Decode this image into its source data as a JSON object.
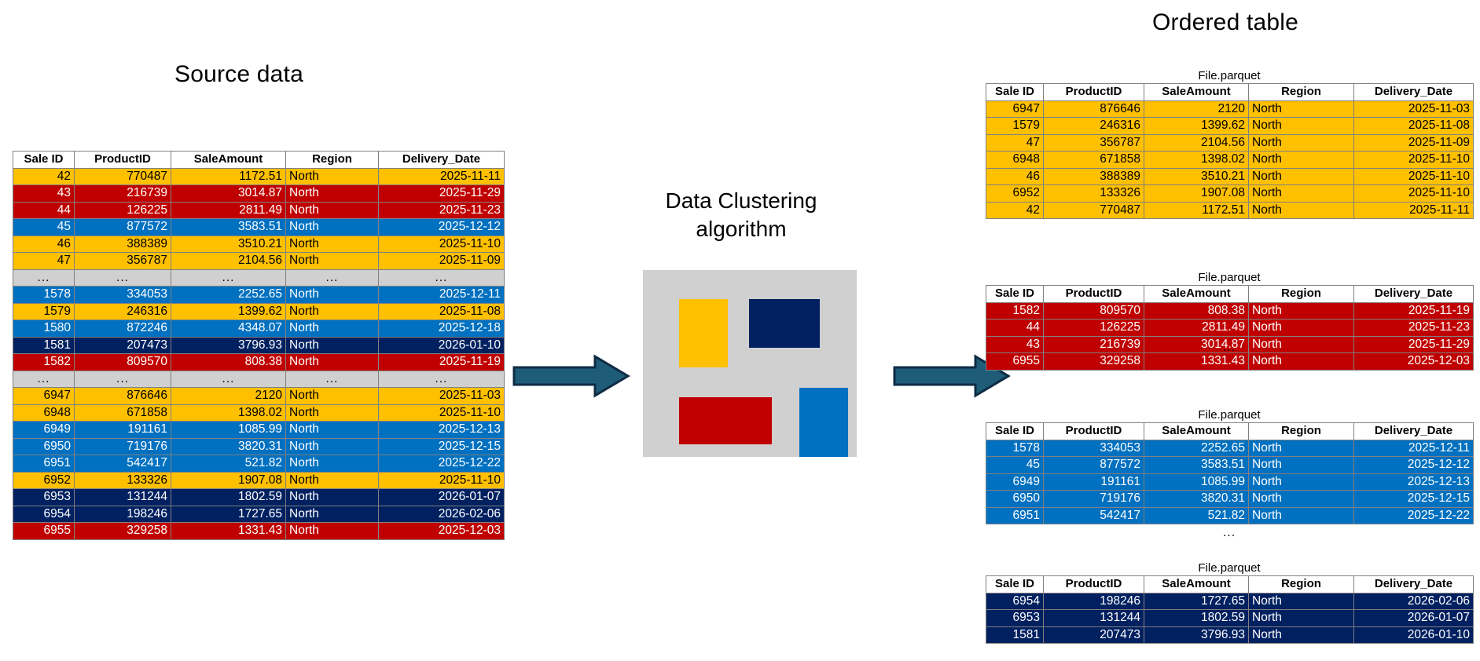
{
  "titles": {
    "source": "Source data",
    "ordered": "Ordered table",
    "algorithm": "Data Clustering algorithm"
  },
  "columns": [
    "Sale ID",
    "ProductID",
    "SaleAmount",
    "Region",
    "Delivery_Date"
  ],
  "file_label": "File.parquet",
  "ellipsis": "...",
  "colors": {
    "yellow": "#FFC000",
    "red": "#C00000",
    "blue": "#0070C0",
    "navy": "#002060",
    "grey": "#D0D0D0",
    "arrow": "#1F5C78",
    "arrow_outline": "#0F2B44",
    "algo_background": "#D0D0D0"
  },
  "source_table": {
    "rows": [
      {
        "color": "yellow",
        "sale_id": "42",
        "product_id": "770487",
        "sale_amount": "1172.51",
        "region": "North",
        "delivery_date": "2025-11-11"
      },
      {
        "color": "red",
        "sale_id": "43",
        "product_id": "216739",
        "sale_amount": "3014.87",
        "region": "North",
        "delivery_date": "2025-11-29"
      },
      {
        "color": "red",
        "sale_id": "44",
        "product_id": "126225",
        "sale_amount": "2811.49",
        "region": "North",
        "delivery_date": "2025-11-23"
      },
      {
        "color": "blue",
        "sale_id": "45",
        "product_id": "877572",
        "sale_amount": "3583.51",
        "region": "North",
        "delivery_date": "2025-12-12"
      },
      {
        "color": "yellow",
        "sale_id": "46",
        "product_id": "388389",
        "sale_amount": "3510.21",
        "region": "North",
        "delivery_date": "2025-11-10"
      },
      {
        "color": "yellow",
        "sale_id": "47",
        "product_id": "356787",
        "sale_amount": "2104.56",
        "region": "North",
        "delivery_date": "2025-11-09"
      },
      {
        "color": "grey",
        "sale_id": "...",
        "product_id": "...",
        "sale_amount": "...",
        "region": "...",
        "delivery_date": "..."
      },
      {
        "color": "blue",
        "sale_id": "1578",
        "product_id": "334053",
        "sale_amount": "2252.65",
        "region": "North",
        "delivery_date": "2025-12-11"
      },
      {
        "color": "yellow",
        "sale_id": "1579",
        "product_id": "246316",
        "sale_amount": "1399.62",
        "region": "North",
        "delivery_date": "2025-11-08"
      },
      {
        "color": "blue",
        "sale_id": "1580",
        "product_id": "872246",
        "sale_amount": "4348.07",
        "region": "North",
        "delivery_date": "2025-12-18"
      },
      {
        "color": "navy",
        "sale_id": "1581",
        "product_id": "207473",
        "sale_amount": "3796.93",
        "region": "North",
        "delivery_date": "2026-01-10"
      },
      {
        "color": "red",
        "sale_id": "1582",
        "product_id": "809570",
        "sale_amount": "808.38",
        "region": "North",
        "delivery_date": "2025-11-19"
      },
      {
        "color": "grey",
        "sale_id": "...",
        "product_id": "...",
        "sale_amount": "...",
        "region": "...",
        "delivery_date": "..."
      },
      {
        "color": "yellow",
        "sale_id": "6947",
        "product_id": "876646",
        "sale_amount": "2120",
        "region": "North",
        "delivery_date": "2025-11-03"
      },
      {
        "color": "yellow",
        "sale_id": "6948",
        "product_id": "671858",
        "sale_amount": "1398.02",
        "region": "North",
        "delivery_date": "2025-11-10"
      },
      {
        "color": "blue",
        "sale_id": "6949",
        "product_id": "191161",
        "sale_amount": "1085.99",
        "region": "North",
        "delivery_date": "2025-12-13"
      },
      {
        "color": "blue",
        "sale_id": "6950",
        "product_id": "719176",
        "sale_amount": "3820.31",
        "region": "North",
        "delivery_date": "2025-12-15"
      },
      {
        "color": "blue",
        "sale_id": "6951",
        "product_id": "542417",
        "sale_amount": "521.82",
        "region": "North",
        "delivery_date": "2025-12-22"
      },
      {
        "color": "yellow",
        "sale_id": "6952",
        "product_id": "133326",
        "sale_amount": "1907.08",
        "region": "North",
        "delivery_date": "2025-11-10"
      },
      {
        "color": "navy",
        "sale_id": "6953",
        "product_id": "131244",
        "sale_amount": "1802.59",
        "region": "North",
        "delivery_date": "2026-01-07"
      },
      {
        "color": "navy",
        "sale_id": "6954",
        "product_id": "198246",
        "sale_amount": "1727.65",
        "region": "North",
        "delivery_date": "2026-02-06"
      },
      {
        "color": "red",
        "sale_id": "6955",
        "product_id": "329258",
        "sale_amount": "1331.43",
        "region": "North",
        "delivery_date": "2025-12-03"
      }
    ]
  },
  "ordered_tables": [
    {
      "color": "yellow",
      "file_label": "File.parquet",
      "rows": [
        {
          "sale_id": "6947",
          "product_id": "876646",
          "sale_amount": "2120",
          "region": "North",
          "delivery_date": "2025-11-03"
        },
        {
          "sale_id": "1579",
          "product_id": "246316",
          "sale_amount": "1399.62",
          "region": "North",
          "delivery_date": "2025-11-08"
        },
        {
          "sale_id": "47",
          "product_id": "356787",
          "sale_amount": "2104.56",
          "region": "North",
          "delivery_date": "2025-11-09"
        },
        {
          "sale_id": "6948",
          "product_id": "671858",
          "sale_amount": "1398.02",
          "region": "North",
          "delivery_date": "2025-11-10"
        },
        {
          "sale_id": "46",
          "product_id": "388389",
          "sale_amount": "3510.21",
          "region": "North",
          "delivery_date": "2025-11-10"
        },
        {
          "sale_id": "6952",
          "product_id": "133326",
          "sale_amount": "1907.08",
          "region": "North",
          "delivery_date": "2025-11-10"
        },
        {
          "sale_id": "42",
          "product_id": "770487",
          "sale_amount": "1172.51",
          "region": "North",
          "delivery_date": "2025-11-11"
        }
      ]
    },
    {
      "color": "red",
      "file_label": "File.parquet",
      "rows": [
        {
          "sale_id": "1582",
          "product_id": "809570",
          "sale_amount": "808.38",
          "region": "North",
          "delivery_date": "2025-11-19"
        },
        {
          "sale_id": "44",
          "product_id": "126225",
          "sale_amount": "2811.49",
          "region": "North",
          "delivery_date": "2025-11-23"
        },
        {
          "sale_id": "43",
          "product_id": "216739",
          "sale_amount": "3014.87",
          "region": "North",
          "delivery_date": "2025-11-29"
        },
        {
          "sale_id": "6955",
          "product_id": "329258",
          "sale_amount": "1331.43",
          "region": "North",
          "delivery_date": "2025-12-03"
        }
      ]
    },
    {
      "color": "blue",
      "file_label": "File.parquet",
      "rows": [
        {
          "sale_id": "1578",
          "product_id": "334053",
          "sale_amount": "2252.65",
          "region": "North",
          "delivery_date": "2025-12-11"
        },
        {
          "sale_id": "45",
          "product_id": "877572",
          "sale_amount": "3583.51",
          "region": "North",
          "delivery_date": "2025-12-12"
        },
        {
          "sale_id": "6949",
          "product_id": "191161",
          "sale_amount": "1085.99",
          "region": "North",
          "delivery_date": "2025-12-13"
        },
        {
          "sale_id": "6950",
          "product_id": "719176",
          "sale_amount": "3820.31",
          "region": "North",
          "delivery_date": "2025-12-15"
        },
        {
          "sale_id": "6951",
          "product_id": "542417",
          "sale_amount": "521.82",
          "region": "North",
          "delivery_date": "2025-12-22"
        }
      ]
    },
    {
      "color": "navy",
      "file_label": "File.parquet",
      "rows": [
        {
          "sale_id": "6954",
          "product_id": "198246",
          "sale_amount": "1727.65",
          "region": "North",
          "delivery_date": "2026-02-06"
        },
        {
          "sale_id": "6953",
          "product_id": "131244",
          "sale_amount": "1802.59",
          "region": "North",
          "delivery_date": "2026-01-07"
        },
        {
          "sale_id": "1581",
          "product_id": "207473",
          "sale_amount": "3796.93",
          "region": "North",
          "delivery_date": "2026-01-10"
        }
      ]
    }
  ],
  "algorithm_blocks": [
    {
      "name": "cluster-block-yellow",
      "color": "#FFC000"
    },
    {
      "name": "cluster-block-navy",
      "color": "#002060"
    },
    {
      "name": "cluster-block-red",
      "color": "#C00000"
    },
    {
      "name": "cluster-block-blue",
      "color": "#0070C0"
    }
  ]
}
